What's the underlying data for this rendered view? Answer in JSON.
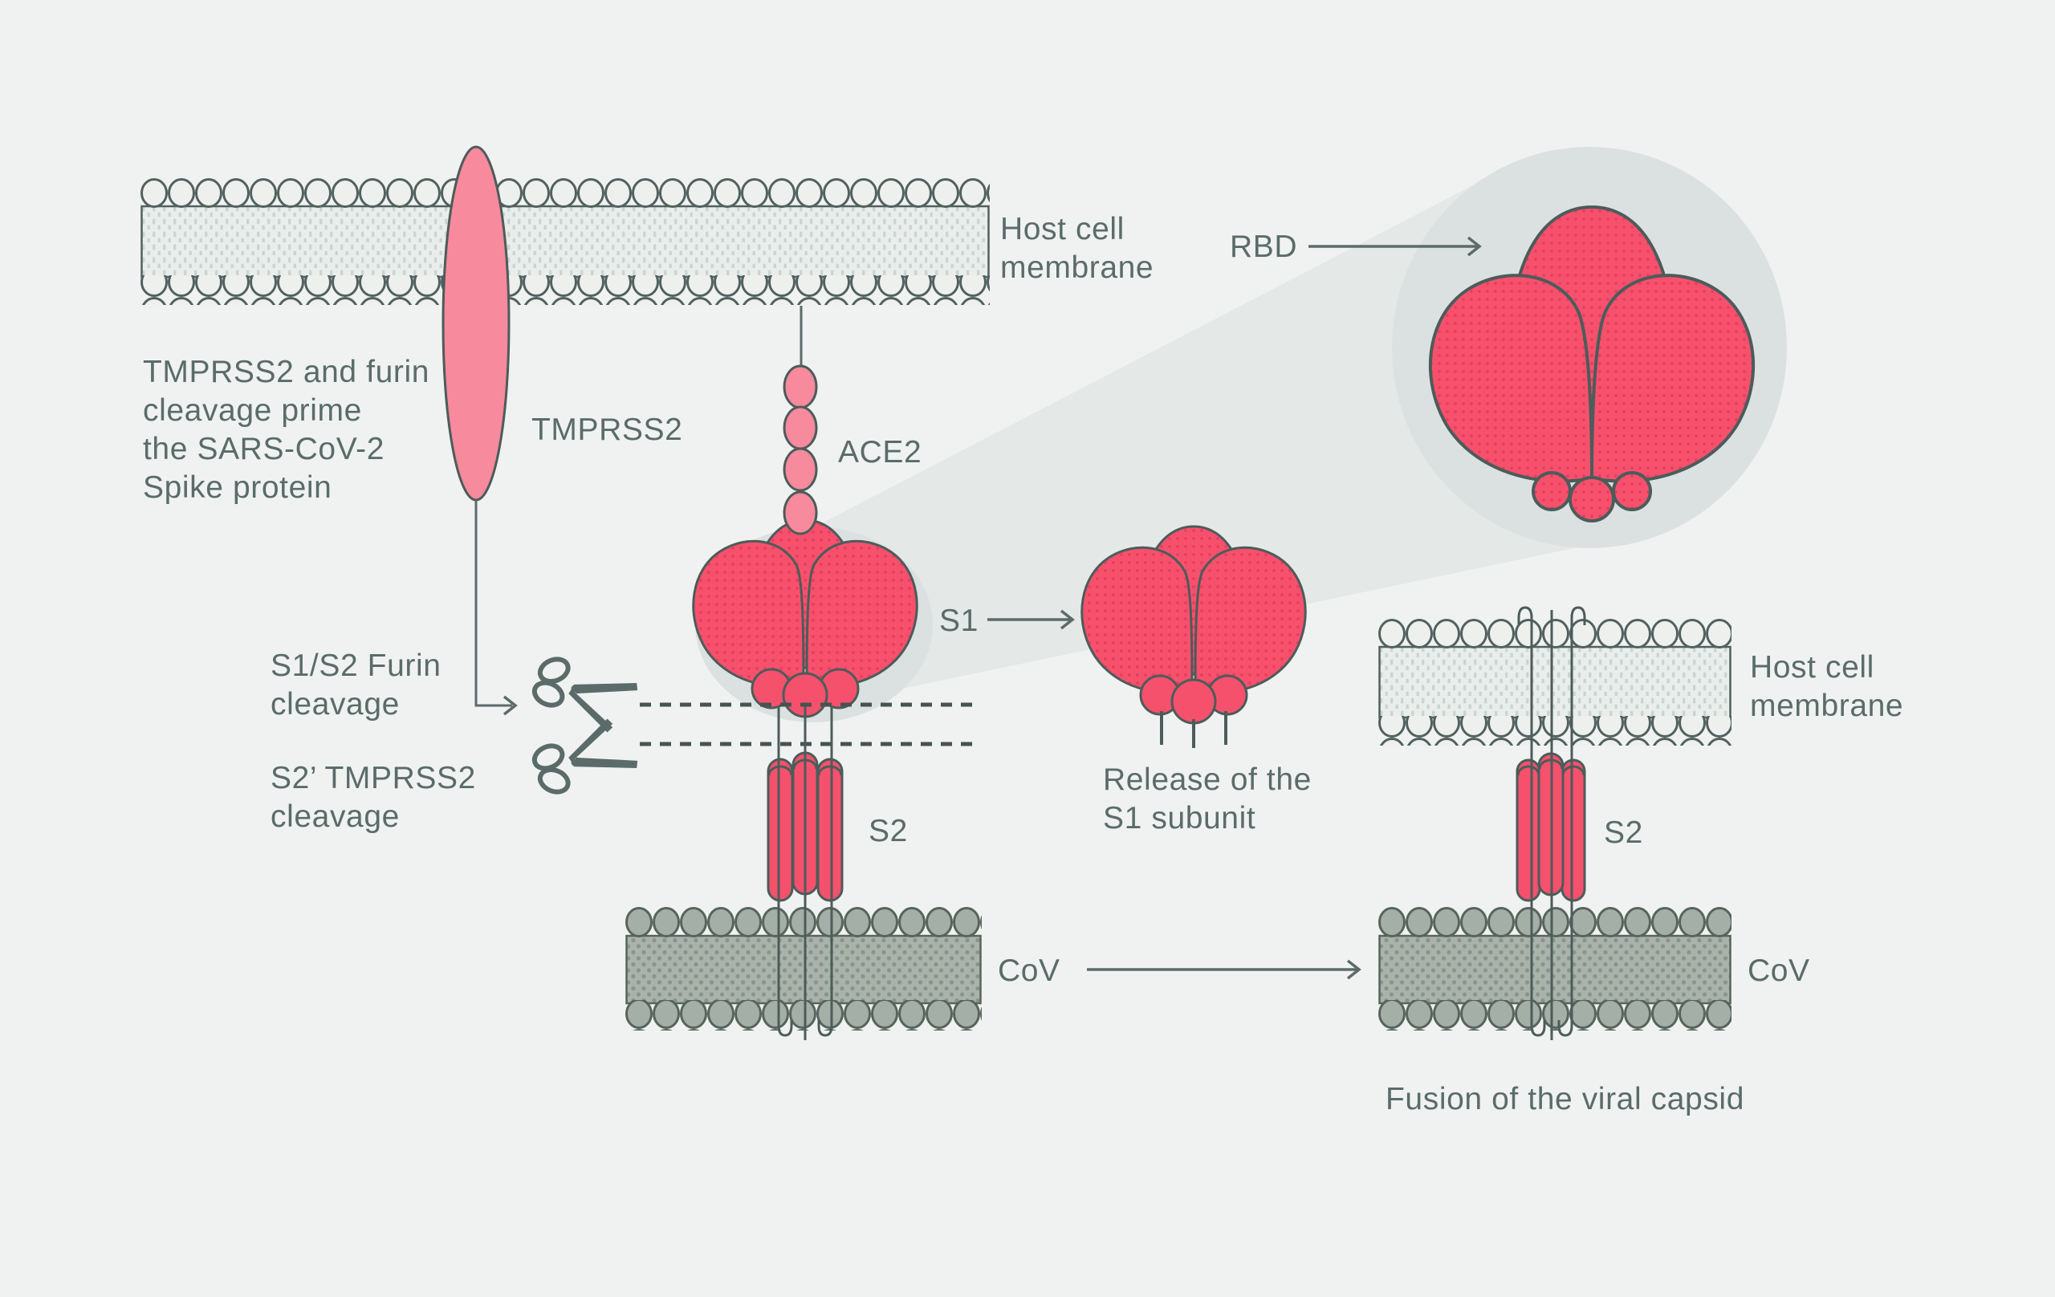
{
  "diagram_title": "TMPRSS2 and furin cleavage prime the SARS-CoV-2 Spike protein",
  "labels": {
    "intro": [
      "TMPRSS2 and furin",
      "cleavage prime",
      "the SARS-CoV-2",
      "Spike protein"
    ],
    "tmprss2": "TMPRSS2",
    "ace2": "ACE2",
    "host_cell_membrane": [
      "Host cell",
      "membrane"
    ],
    "s1s2_furin_cleavage": [
      "S1/S2 Furin",
      "cleavage"
    ],
    "s2_tmprss2_cleavage": [
      "S2’ TMPRSS2",
      "cleavage"
    ],
    "s1": "S1",
    "s2": "S2",
    "cov": "CoV",
    "rbd": "RBD",
    "release_s1": [
      "Release of the",
      "S1 subunit"
    ],
    "fusion": "Fusion of the viral capsid"
  },
  "icons": {
    "furin_cleavage_icon": "scissors-icon",
    "tmprss2_cleavage_icon": "scissors-icon"
  },
  "colors": {
    "background": "#f0f2f1",
    "magnifier_beam": "#e4e8e6",
    "highlight_circle": "#dbe1e1",
    "spike_pink": "#f5516d",
    "spike_dot": "#de2750",
    "light_pink": "#f78a9c",
    "shape_outline": "#4c5c5a",
    "line_gray": "#5b6b69",
    "text_gray": "#5a6c6a",
    "host_membrane_fill": "#e9edeb",
    "host_membrane_dot": "#ccd4cf",
    "cov_membrane_fill": "#a9b3ac",
    "cov_membrane_dot": "#87958a"
  }
}
